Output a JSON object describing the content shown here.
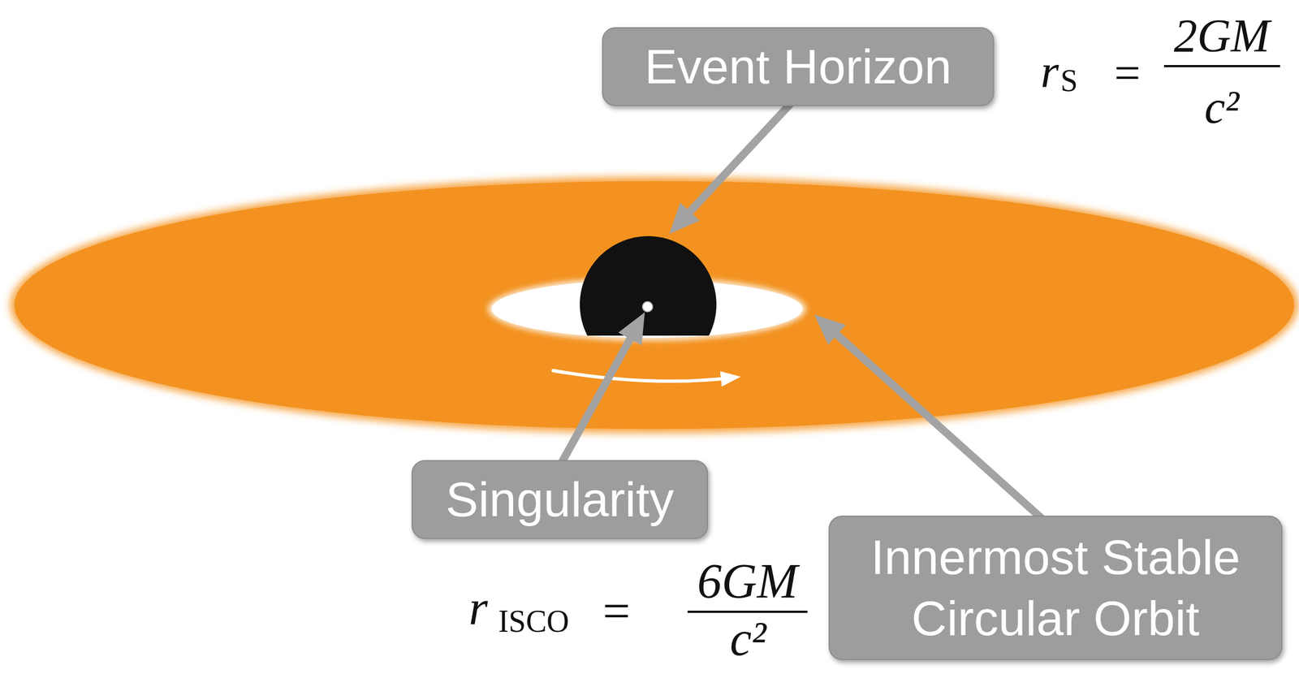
{
  "diagram": {
    "nodes": [
      {
        "text": [
          "Event Horizon"
        ]
      },
      {
        "text": [
          "Singularity"
        ]
      },
      {
        "text": [
          "Innermost Stable Circular Orbit"
        ]
      }
    ],
    "labels": [
      "r",
      "S",
      "=",
      "2GM",
      "c²",
      "r",
      "ISCO",
      "=",
      "6GM",
      "c²"
    ]
  }
}
